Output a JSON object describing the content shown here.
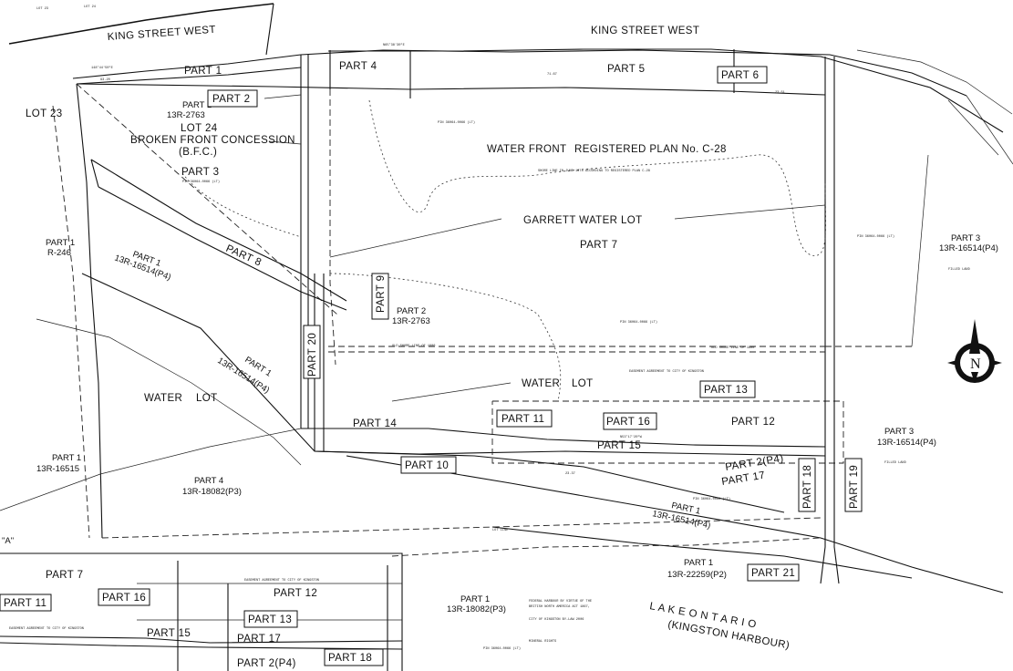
{
  "streets": {
    "west_label": "KING STREET WEST",
    "east_label": "KING STREET WEST"
  },
  "lots": {
    "lot_23": "LOT 23",
    "lot_24": "LOT 24",
    "broken_front": "BROKEN FRONT CONCESSION",
    "bfc": "(B.F.C.)",
    "water_front": "WATER FRONT",
    "registered_plan": "REGISTERED PLAN No. C-28",
    "garrett": "GARRETT WATER LOT",
    "water_lot_left_a": "WATER",
    "water_lot_left_b": "LOT",
    "water_lot_mid_a": "WATER",
    "water_lot_mid_b": "LOT"
  },
  "parts": {
    "p1_top": "PART 1",
    "p1_13r2763": "PART 1",
    "r2763_a": "13R-2763",
    "p2": "PART 2",
    "p3": "PART 3",
    "p4": "PART 4",
    "p5": "PART 5",
    "p6": "PART 6",
    "p7": "PART 7",
    "p8": "PART 8",
    "p9": "PART 9",
    "p1_r246": "PART 1",
    "r246": "R-246",
    "p1_16514a": "PART 1",
    "r16514_p4_a": "13R-16514(P4)",
    "p2_2763": "PART 2",
    "r2763_b": "13R-2763",
    "p20": "PART 20",
    "p1_16514b": "PART 1",
    "r16514_p4_b": "13R-16514(P4)",
    "p14": "PART 14",
    "p10": "PART 10",
    "p11": "PART 11",
    "p13": "PART 13",
    "p16": "PART 16",
    "p12": "PART 12",
    "p15": "PART 15",
    "p17": "PART 17",
    "p2p4": "PART 2(P4)",
    "p18": "PART 18",
    "p19": "PART 19",
    "p1_16514c": "PART 1",
    "r16514_p4_c": "13R-16514(P4)",
    "p1_16515": "PART 1",
    "r16515": "13R-16515",
    "p4_18082": "PART 4",
    "r18082_p3": "13R-18082(P3)",
    "p3_right_top": "PART 3",
    "r16514_p4_rt": "13R-16514(P4)",
    "p3_right_mid": "PART 3",
    "r16514_p4_rm": "13R-16514(P4)",
    "p1_bottom": "PART 1",
    "r18082_p3_b": "13R-18082(P3)",
    "p1_22259": "PART 1",
    "r22259": "13R-22259(P2)",
    "p21": "PART 21"
  },
  "lake": {
    "line1": "L A K E    O N T A R I O",
    "line2": "(KINGSTON  HARBOUR)"
  },
  "detail": {
    "p7": "PART 7",
    "p11": "PART 11",
    "p16": "PART 16",
    "p12": "PART 12",
    "p13": "PART 13",
    "p15": "PART 15",
    "p17": "PART 17",
    "p2p4": "PART 2(P4)",
    "p18": "PART 18"
  },
  "misc": {
    "a_mark": "\"A\"",
    "lot_top": "LOT 23",
    "lot_top2": "LOT 24"
  },
  "icons": {
    "north_arrow": "north-arrow-icon"
  }
}
